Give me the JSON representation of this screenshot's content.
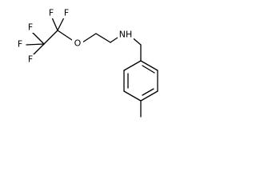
{
  "structure": {
    "atoms": {
      "F_top_left": "F",
      "F_top_right": "F",
      "F_left_top": "F",
      "F_left_mid": "F",
      "F_left_bottom": "F",
      "O": "O",
      "NH": "NH"
    },
    "colors": {
      "bond": "#000000",
      "label": "#000000",
      "background": "#ffffff"
    }
  }
}
